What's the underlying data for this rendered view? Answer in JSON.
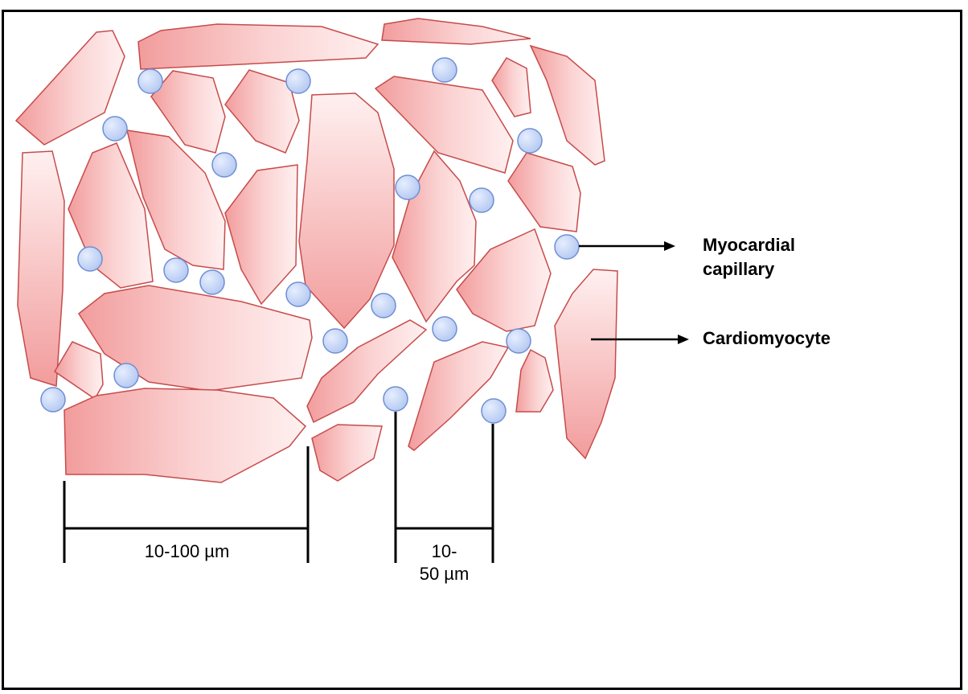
{
  "diagram": {
    "labels": {
      "capillary_line1": "Myocardial",
      "capillary_line2": "capillary",
      "cardiomyocyte": "Cardiomyocyte",
      "scale_cell": "10-100 µm",
      "scale_capillary_line1": "10-",
      "scale_capillary_line2": "50 µm"
    },
    "colors": {
      "cell_fill_light": "#fde3e3",
      "cell_fill_dark": "#f08a8a",
      "cell_stroke": "#c74b4b",
      "capillary_fill": "#c6d5f5",
      "capillary_stroke": "#6f8fd4",
      "line": "#000000"
    },
    "icons": {
      "arrow": "arrow-right-icon"
    }
  }
}
